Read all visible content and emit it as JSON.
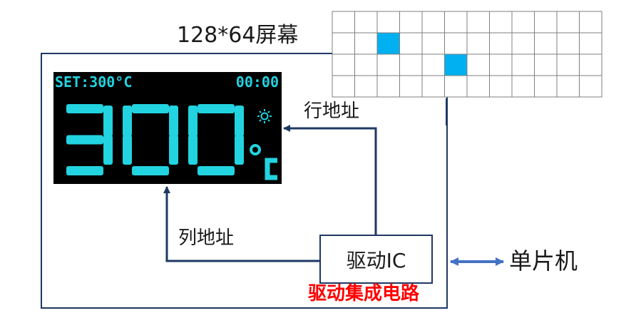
{
  "screen_title": "128*64屏幕",
  "row_address": "行地址",
  "column_address": "列地址",
  "driver_ic": "驱动IC",
  "driver_caption": "驱动集成电路",
  "mcu": "单片机",
  "oled": {
    "set_text": "SET:300°C",
    "time_text": "00:00",
    "temperature": "300",
    "unit_symbol": "°C",
    "icon": "sun-icon"
  },
  "pixel_grid": {
    "rows": 4,
    "cols": 12,
    "lit_cells": [
      [
        1,
        2
      ],
      [
        2,
        5
      ]
    ]
  },
  "colors": {
    "frame": "#1f3864",
    "segment": "#22d3e0",
    "lit_pixel": "#00b0f0",
    "arrow_bidirectional": "#4472c4",
    "caption": "#ff0000"
  }
}
